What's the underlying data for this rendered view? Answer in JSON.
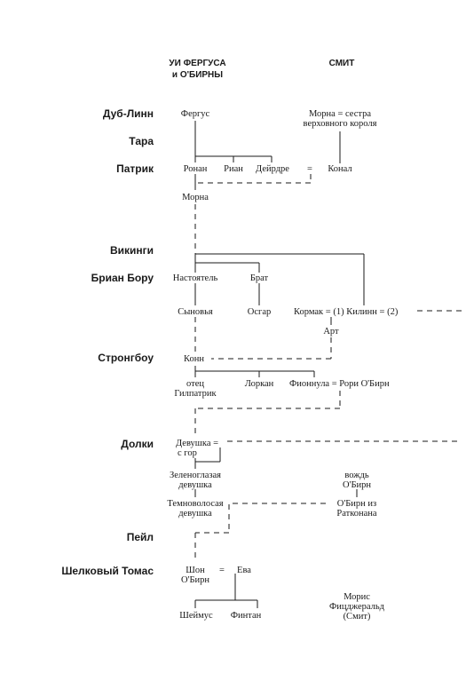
{
  "headers": {
    "left_line1": "УИ ФЕРГУСА",
    "left_line2": "и О'БИРНЫ",
    "right": "СМИТ"
  },
  "eras": {
    "dublin": "Дуб-Линн",
    "tara": "Тара",
    "patrick": "Патрик",
    "vikings": "Викинги",
    "brian": "Бриан Бору",
    "strongbow": "Стронгбоу",
    "dolki": "Долки",
    "peil": "Пейл",
    "silken": "Шелковый Томас"
  },
  "people": {
    "fergus": "Фергус",
    "morna_line1": "Морна = сестра",
    "morna_line2": "верховного короля",
    "ronan": "Ронан",
    "rian": "Риан",
    "deirdre": "Дейрдре",
    "eq1": "=",
    "konal": "Конал",
    "morna2": "Морна",
    "nastoyatel": "Настоятель",
    "brat": "Брат",
    "synovya": "Сыновья",
    "osgar": "Осгар",
    "kormak": "Кормак = (1) Килинн = (2)",
    "art": "Арт",
    "konn": "Конн",
    "otets_line1": "отец",
    "otets_line2": "Гилпатрик",
    "lorkan": "Лоркан",
    "fionnula": "Фионнула = Рори О'Бирн",
    "devushka_line1": "Девушка =",
    "devushka_line2": "с гор",
    "zelen_line1": "Зеленоглазая",
    "zelen_line2": "девушка",
    "vozhd_line1": "вождь",
    "vozhd_line2": "О'Бирн",
    "temno_line1": "Темноволосая",
    "temno_line2": "девушка",
    "obirn_line1": "О'Бирн из",
    "obirn_line2": "Ратконана",
    "shon_line1": "Шон",
    "shon_line2": "О'Бирн",
    "eq2": "=",
    "eva": "Ева",
    "moris_line1": "Морис",
    "moris_line2": "Фицджеральд",
    "moris_line3": "(Смит)",
    "sheimus": "Шеймус",
    "fintan": "Финтан"
  }
}
